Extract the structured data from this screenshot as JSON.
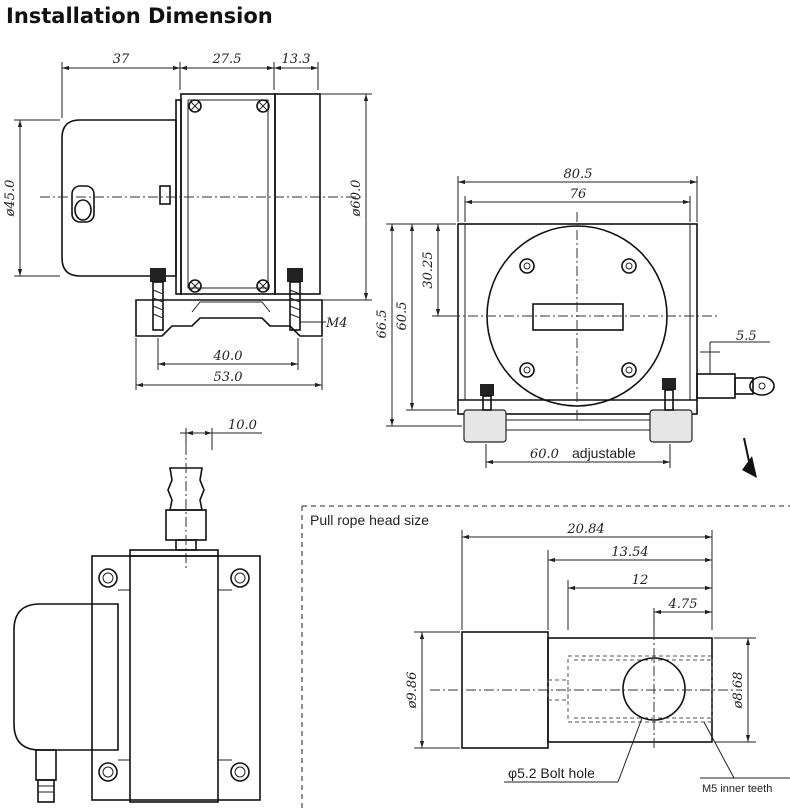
{
  "title": "Installation Dimension",
  "side_view": {
    "dim_top": [
      "37",
      "27.5",
      "13.3"
    ],
    "dim_left_dia": "ø45.0",
    "dim_right_dia": "ø60.0",
    "dim_bottom_inner": "40.0",
    "dim_bottom_outer": "53.0",
    "thread": "M4"
  },
  "front_view": {
    "dim_top_outer": "80.5",
    "dim_top_inner": "76",
    "dim_left_total": "66.5",
    "dim_left_mid": "60.5",
    "dim_left_upper": "30.25",
    "dim_right_small": "5.5",
    "dim_bottom_value": "60.0",
    "dim_bottom_note": "adjustable"
  },
  "top_view": {
    "dim_offset": "10.0"
  },
  "rope_head": {
    "section_label": "Pull rope head size",
    "dim_total": "20.84",
    "dim_mid": "13.54",
    "dim_inner": "12",
    "dim_hole": "4.75",
    "dim_left_dia": "ø9.86",
    "dim_right_dia": "ø8.68",
    "bolt_hole_label": "φ5.2 Bolt hole",
    "thread_label": "M5 inner teeth"
  }
}
